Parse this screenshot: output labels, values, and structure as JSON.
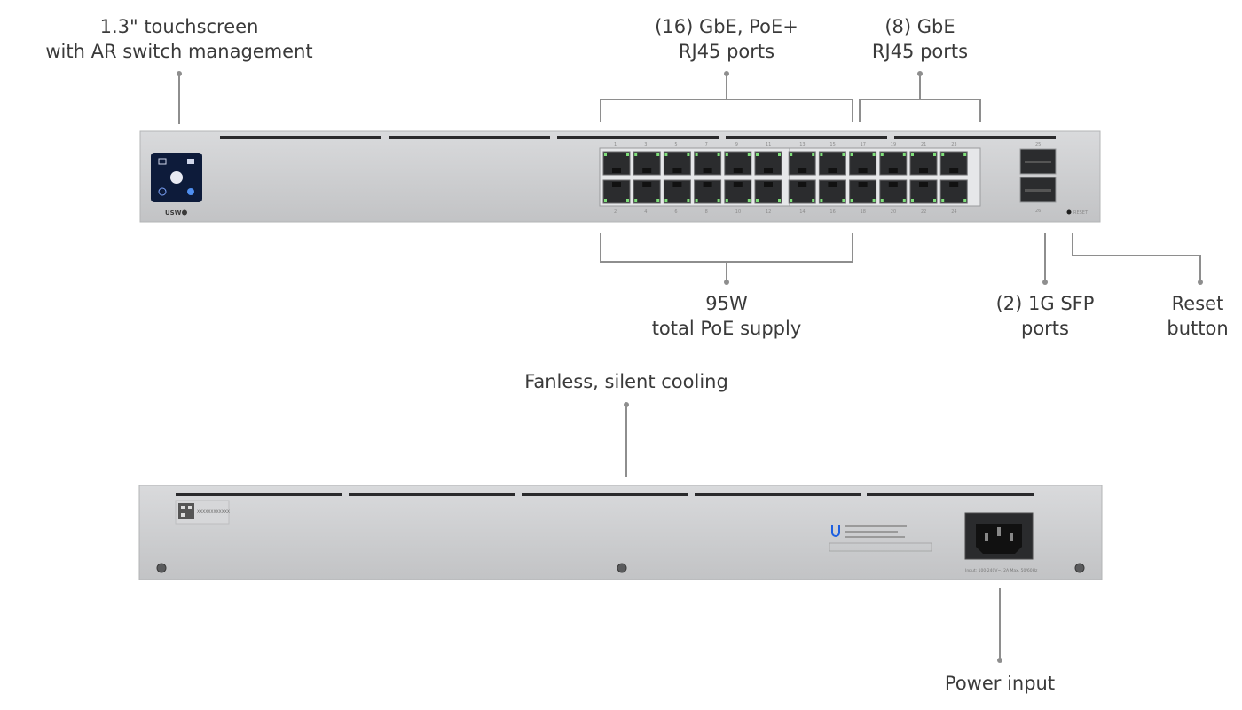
{
  "callouts": {
    "touchscreen": {
      "line1": "1.3\" touchscreen",
      "line2": "with AR switch management"
    },
    "poe_ports": {
      "line1": "(16) GbE, PoE+",
      "line2": "RJ45 ports"
    },
    "gbe_ports": {
      "line1": "(8) GbE",
      "line2": "RJ45 ports"
    },
    "poe_supply": {
      "line1": "95W",
      "line2": "total PoE supply"
    },
    "sfp_ports": {
      "line1": "(2) 1G SFP",
      "line2": "ports"
    },
    "reset_button": {
      "line1": "Reset",
      "line2": "button"
    },
    "cooling": {
      "line1": "Fanless, silent cooling"
    },
    "power_input": {
      "line1": "Power input"
    }
  },
  "front_panel": {
    "brand_label": "USW",
    "reset_label": "RESET",
    "port_numbers_top": [
      "1",
      "3",
      "5",
      "7",
      "9",
      "11",
      "13",
      "15",
      "17",
      "19",
      "21",
      "23"
    ],
    "port_numbers_bottom": [
      "2",
      "4",
      "6",
      "8",
      "10",
      "12",
      "14",
      "16",
      "18",
      "20",
      "22",
      "24"
    ],
    "sfp_numbers": [
      "25",
      "26"
    ]
  },
  "back_panel": {
    "label_serial": "XXXXXXXXXXXX",
    "power_rating": "Input: 100-240V~, 2A Max, 50/60Hz"
  },
  "colors": {
    "chassis": "#c9cacc",
    "leader_line": "#8e8e8e",
    "port_led": "#7fe07a",
    "screen": "#0d1b3a"
  }
}
